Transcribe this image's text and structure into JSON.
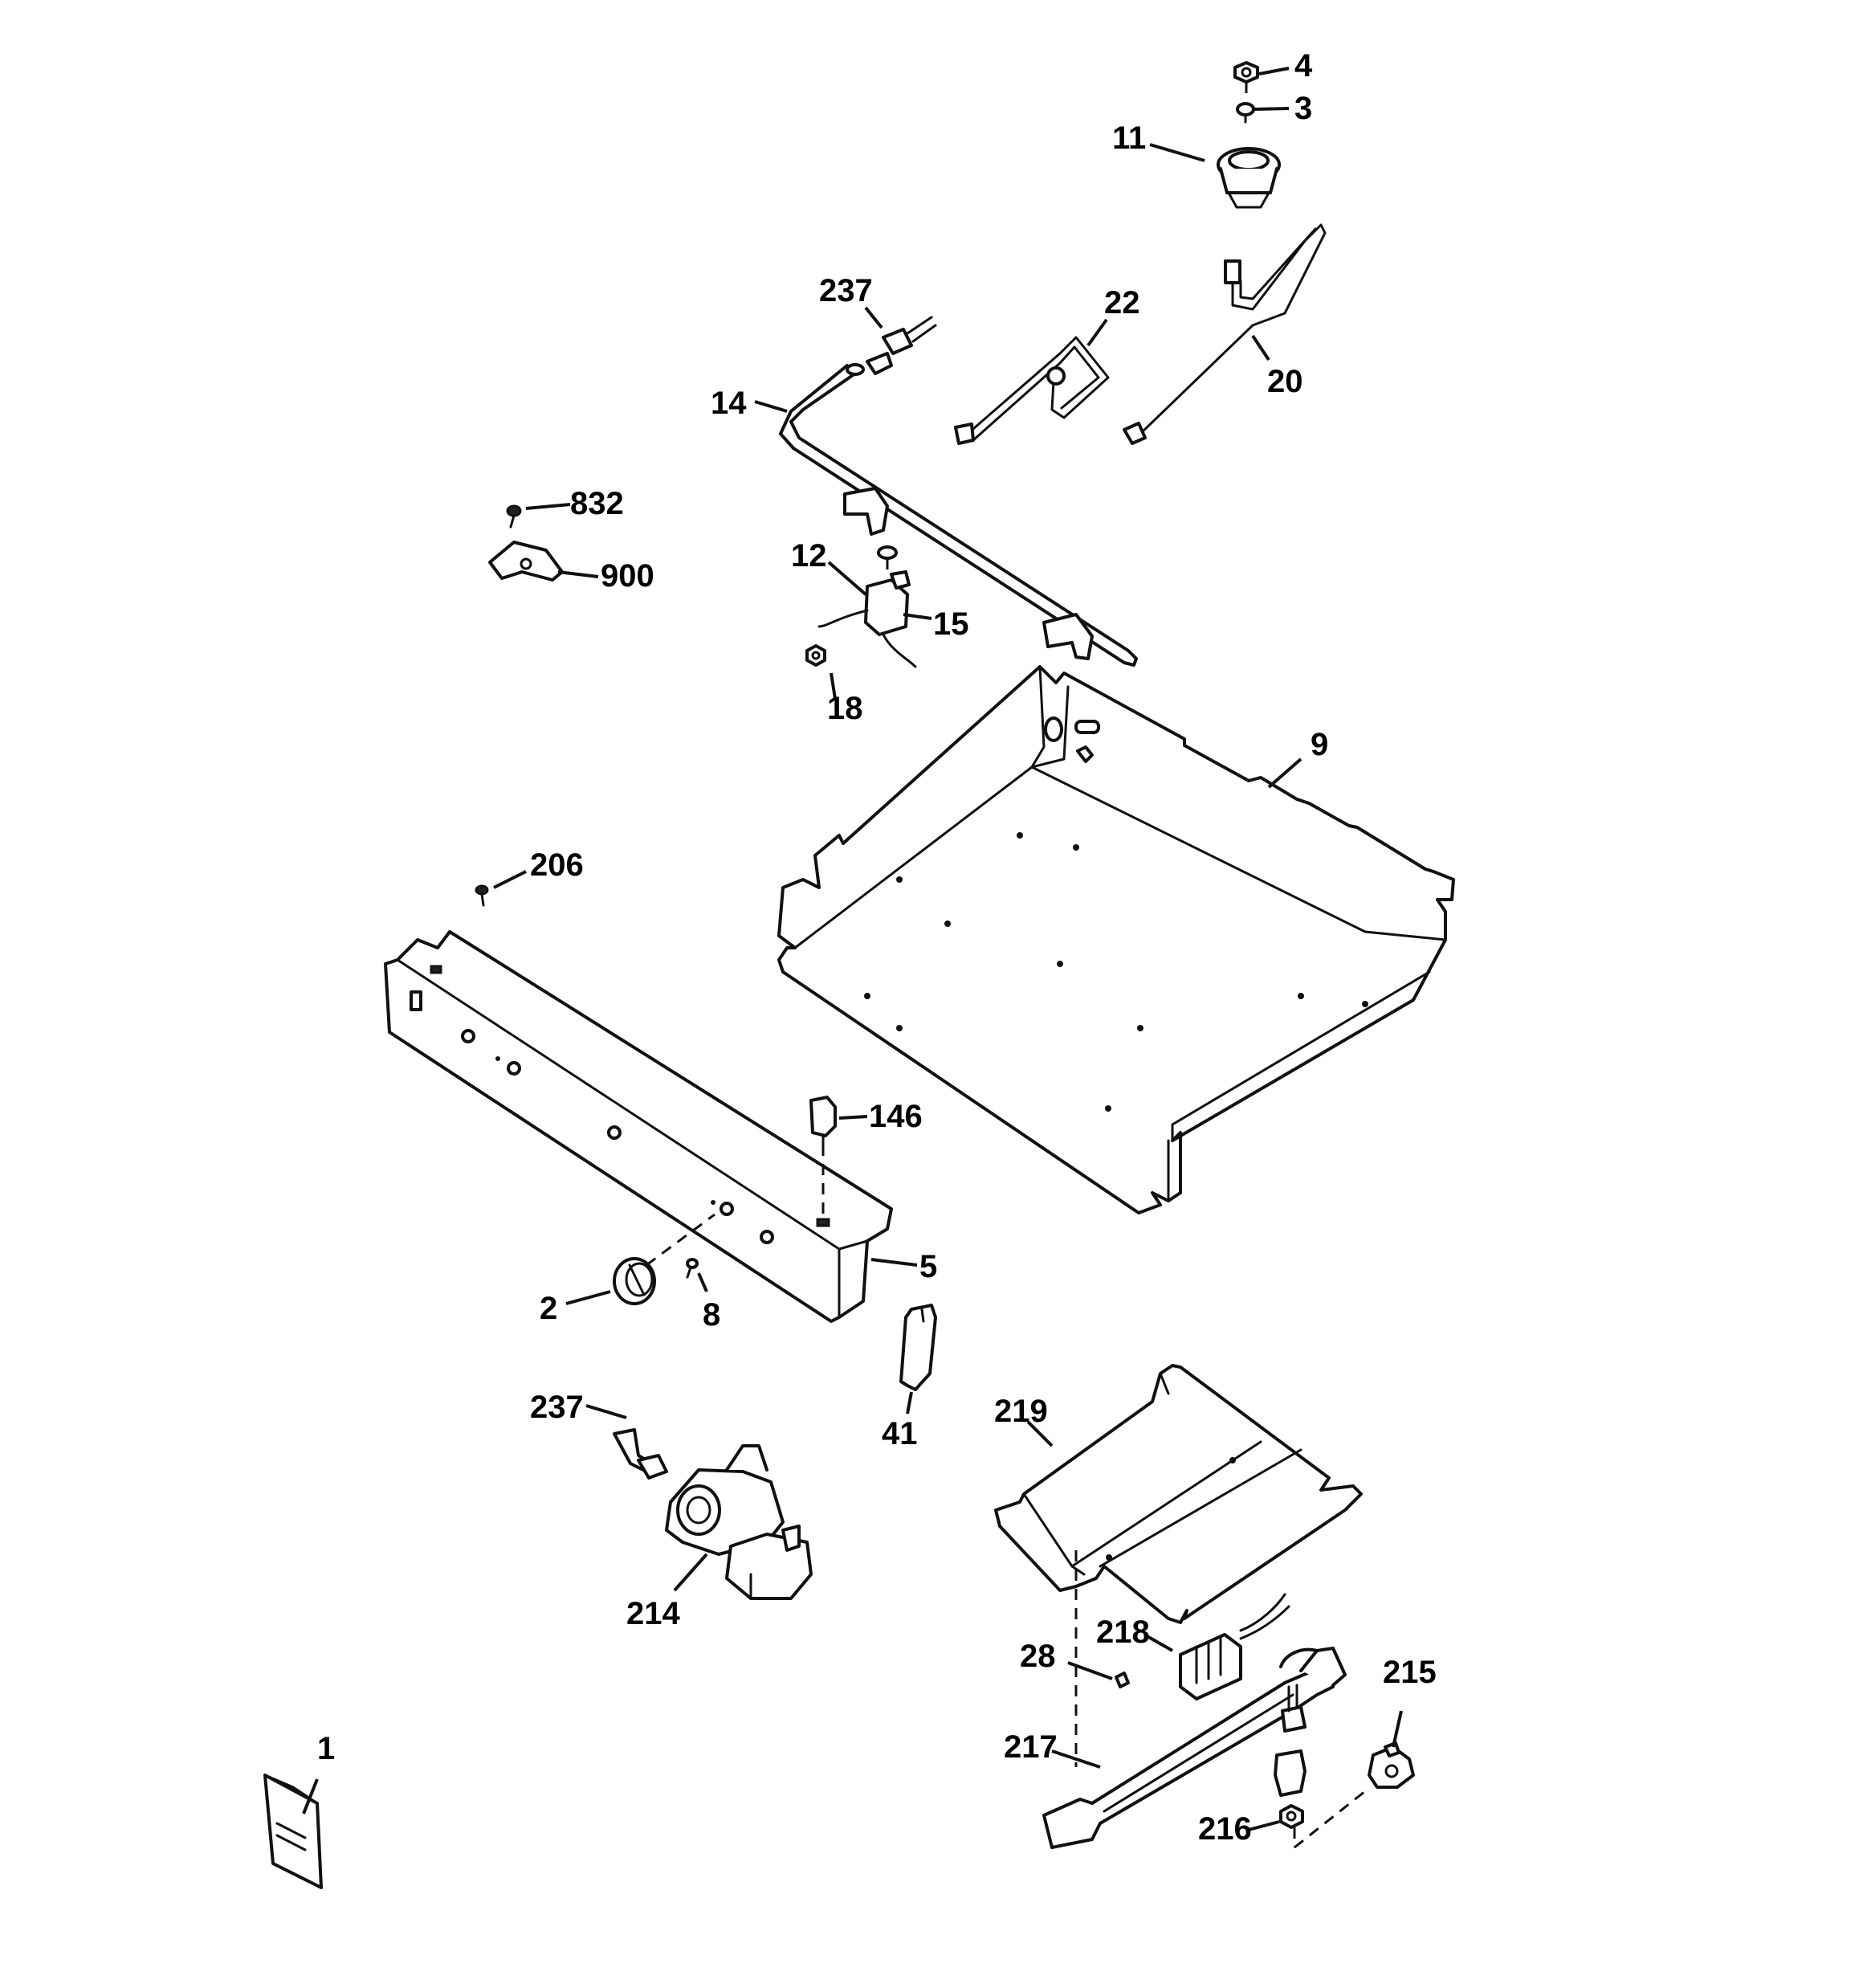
{
  "callouts": {
    "c4": "4",
    "c3": "3",
    "c11": "11",
    "c237_top": "237",
    "c22": "22",
    "c20": "20",
    "c14": "14",
    "c832": "832",
    "c900": "900",
    "c12": "12",
    "c15": "15",
    "c18": "18",
    "c9": "9",
    "c206": "206",
    "c146": "146",
    "c5": "5",
    "c2": "2",
    "c8": "8",
    "c41": "41",
    "c237_bottom": "237",
    "c214": "214",
    "c219": "219",
    "c218": "218",
    "c28": "28",
    "c215": "215",
    "c217": "217",
    "c216": "216",
    "c1": "1"
  }
}
